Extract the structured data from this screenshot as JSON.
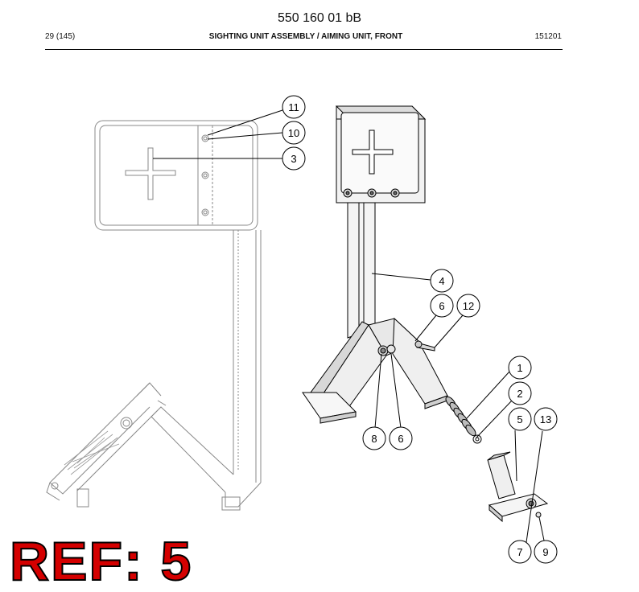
{
  "header": {
    "doc_number": "550 160 01 bB",
    "page": "29 (145)",
    "title": "SIGHTING UNIT ASSEMBLY / AIMING UNIT, FRONT",
    "code": "151201"
  },
  "callouts": [
    "11",
    "10",
    "3",
    "4",
    "6",
    "12",
    "1",
    "2",
    "5",
    "13",
    "8",
    "6",
    "7",
    "9"
  ],
  "ref_label": "REF: 5"
}
